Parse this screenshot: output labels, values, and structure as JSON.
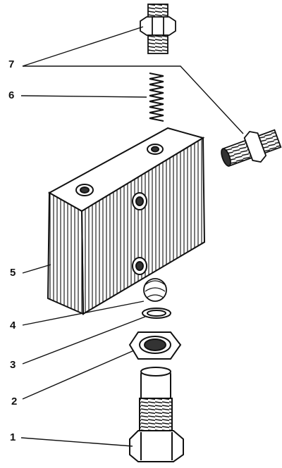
{
  "diagram": {
    "parts": [
      {
        "id": "1",
        "label": "1"
      },
      {
        "id": "2",
        "label": "2"
      },
      {
        "id": "3",
        "label": "3"
      },
      {
        "id": "4",
        "label": "4"
      },
      {
        "id": "5",
        "label": "5"
      },
      {
        "id": "6",
        "label": "6"
      },
      {
        "id": "7",
        "label": "7"
      }
    ],
    "colors": {
      "ink": "#111111",
      "paper": "#ffffff",
      "shade": "#555555"
    }
  }
}
